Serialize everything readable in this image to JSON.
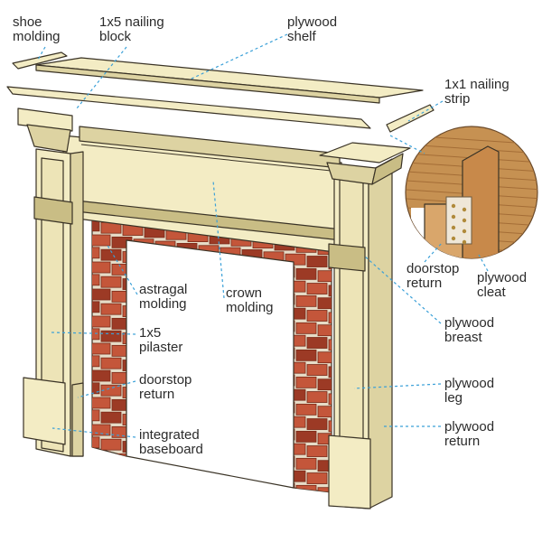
{
  "palette": {
    "cream": "#f3ecc4",
    "cream_shade": "#ddd3a2",
    "cream_dark": "#c9bd85",
    "brick": "#c4563a",
    "brick_dark": "#9c3a25",
    "mortar": "#e6dcc7",
    "wood": "#c8894a",
    "leader": "#3aa0d8",
    "text": "#2b2b2b"
  },
  "labels": {
    "shoe_molding": [
      "shoe",
      "molding"
    ],
    "nailing_block": [
      "1x5 nailing",
      "block"
    ],
    "plywood_shelf": [
      "plywood",
      "shelf"
    ],
    "nailing_strip": [
      "1x1 nailing",
      "strip"
    ],
    "astragal_molding": [
      "astragal",
      "molding"
    ],
    "crown_molding": [
      "crown",
      "molding"
    ],
    "pilaster": [
      "1x5",
      "pilaster"
    ],
    "doorstop_return_left": [
      "doorstop",
      "return"
    ],
    "integrated_baseboard": [
      "integrated",
      "baseboard"
    ],
    "doorstop_return_inset": [
      "doorstop",
      "return"
    ],
    "plywood_cleat": [
      "plywood",
      "cleat"
    ],
    "plywood_breast": [
      "plywood",
      "breast"
    ],
    "plywood_leg": [
      "plywood",
      "leg"
    ],
    "plywood_return": [
      "plywood",
      "return"
    ]
  }
}
